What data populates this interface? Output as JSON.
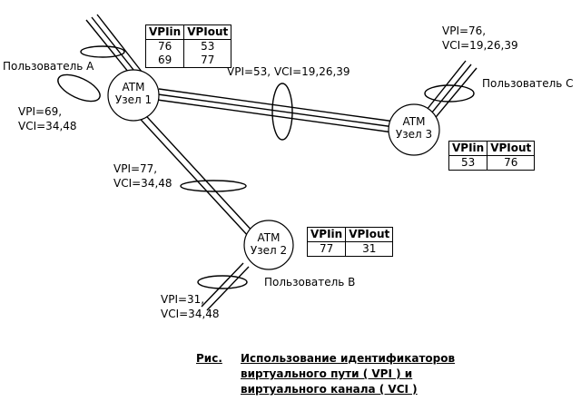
{
  "nodes": {
    "node1": {
      "line1": "ATM",
      "line2": "Узел 1"
    },
    "node2": {
      "line1": "ATM",
      "line2": "Узел 2"
    },
    "node3": {
      "line1": "ATM",
      "line2": "Узел 3"
    }
  },
  "users": {
    "a": "Пользователь А",
    "b": "Пользователь В",
    "c": "Пользователь С"
  },
  "labels": {
    "user_a_vpi": "VPI=69,",
    "user_a_vci": "VCI=34,48",
    "trunk_13": "VPI=53, VCI=19,26,39",
    "user_c_vpi": "VPI=76,",
    "user_c_vci": "VCI=19,26,39",
    "trunk_12_vpi": "VPI=77,",
    "trunk_12_vci": "VCI=34,48",
    "user_b_vpi": "VPI=31,",
    "user_b_vci": "VCI=34,48"
  },
  "tables": {
    "node1": {
      "headers": [
        "VPIin",
        "VPIout"
      ],
      "rows": [
        [
          "76",
          "53"
        ],
        [
          "69",
          "77"
        ]
      ]
    },
    "node3": {
      "headers": [
        "VPIin",
        "VPIout"
      ],
      "rows": [
        [
          "53",
          "76"
        ]
      ]
    },
    "node2": {
      "headers": [
        "VPIin",
        "VPIout"
      ],
      "rows": [
        [
          "77",
          "31"
        ]
      ]
    }
  },
  "caption": {
    "prefix": "Рис.",
    "line1": "Использование идентификаторов",
    "line2": "виртуального пути ( VPI ) и",
    "line3": "виртуального канала ( VCI )"
  }
}
